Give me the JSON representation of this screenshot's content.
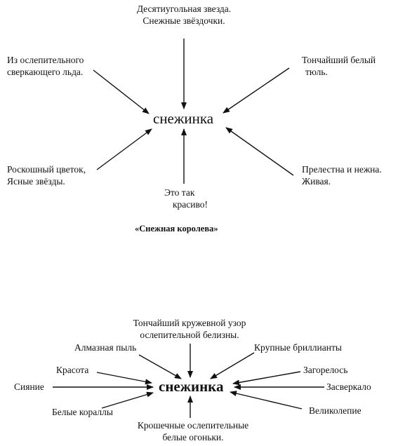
{
  "diagram1": {
    "center": "снежинка",
    "top": [
      "Десятиугольная звезда.",
      "Снежные звёздочки."
    ],
    "upper_left": [
      "Из ослепительного",
      "сверкающего льда."
    ],
    "upper_right": [
      "Тончайший белый",
      "тюль."
    ],
    "lower_left": [
      "Роскошный цветок,",
      "Ясные звёзды."
    ],
    "bottom": [
      "Это так",
      "красиво!"
    ],
    "lower_right": [
      "Прелестна и нежна.",
      "Живая."
    ],
    "caption": "«Снежная королева»"
  },
  "diagram2": {
    "center": "снежинка",
    "top": [
      "Тончайший кружевной узор",
      "ослепительной белизны."
    ],
    "almaz": "Алмазная пыль",
    "brill": "Крупные бриллианты",
    "krasota": "Красота",
    "zagorelos": "Загорелось",
    "siyanie": "Сияние",
    "zasverkalo": "Засверкало",
    "korally": "Белые кораллы",
    "velikolepie": "Великолепие",
    "bottom": [
      "Крошечные ослепительные",
      "белые огоньки."
    ]
  }
}
